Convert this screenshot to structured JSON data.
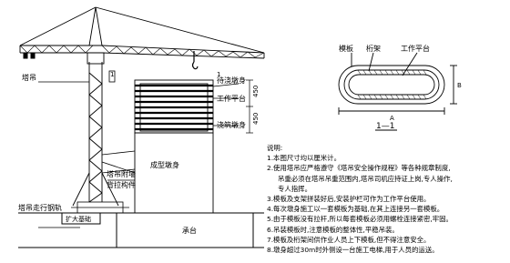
{
  "labels": {
    "tower_crane": "塔吊",
    "platform_drum": "待浇墩身",
    "work_platform": "工作平台",
    "cast_pier": "浇筑墩身",
    "formed_pier": "成型墩身",
    "crane_anchor": "塔吊附墙",
    "tie_member": "背拉构件",
    "crane_rail": "塔吊走行钢轨",
    "expanded_foundation": "扩大基础",
    "cap": "承台",
    "dim_450a": "450",
    "dim_450b": "450"
  },
  "section": {
    "template": "模板",
    "truss": "桁架",
    "work_platform": "工作平台",
    "dim_a": "A",
    "dim_b": "B",
    "title": "1—1",
    "mark_left": "1",
    "mark_right": "1"
  },
  "notes": {
    "title": "说明:",
    "items": [
      "1.本图尺寸均以厘米计。",
      "2.使用塔吊应严格遵守《塔吊安全操作规程》等各种规章制度,",
      "吊重必须在塔吊吊重范围内,塔吊司机应持证上岗,专人操作,",
      "专人指挥。",
      "3.模板及支架拼装好后,安装护栏可作为工作平台使用。",
      "4.每次墩身施工以一套模板为基础,在其上连接另一套模板。",
      "5.由于模板没有拉杆,所以每套模板必须用螺栓连接紧密,牢固。",
      "6.吊装模板时,注意模板的整体性,平稳吊装。",
      "7.模板及桁架间供作业人员上下模板,但不得注意安全。",
      "8.墩身超过30m时外侧设一台施工电梯,用于人员的运送。"
    ]
  }
}
